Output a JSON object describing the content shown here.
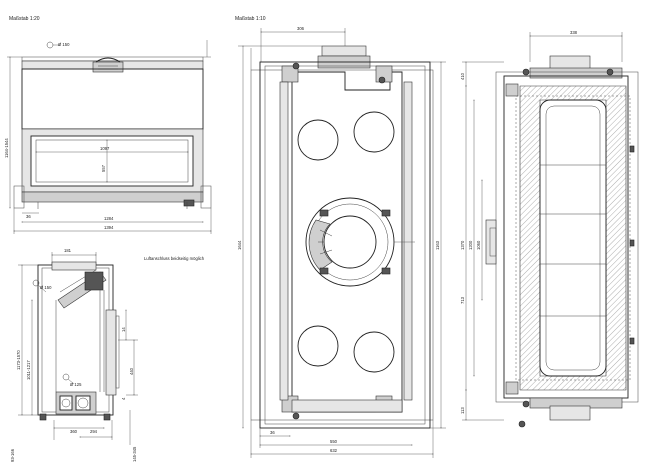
{
  "scales": {
    "left": "Maßstab 1:20",
    "right": "Maßstab 1:10"
  },
  "note": "Luftanschluss beidseitig möglich",
  "front_view": {
    "flue": "Ø 150",
    "width_inner": "1097",
    "height_inner": "557",
    "width_1": "1284",
    "width_2": "1394",
    "side_offset": "36",
    "height_total": "1164-1544"
  },
  "side_view": {
    "top": "181",
    "flue": "Ø 150",
    "height_a": "1173-1570",
    "height_b": "1011-1217",
    "dim_a": "14",
    "dim_b": "440",
    "dim_c": "4",
    "dim_d": "93-166",
    "dim_e": "145-345",
    "flue_b": "Ø 125",
    "bottom_a": "360",
    "bottom_b": "294"
  },
  "rear_view": {
    "top": "306",
    "height": "1644",
    "height_right": "1163",
    "bottom_a": "36",
    "bottom_b": "550",
    "bottom_c": "632"
  },
  "section_view": {
    "top": "338",
    "left_a": "410",
    "left_b": "1370",
    "mid_a": "1200",
    "mid_b": "1060",
    "left_c": "713",
    "left_d": "113"
  }
}
